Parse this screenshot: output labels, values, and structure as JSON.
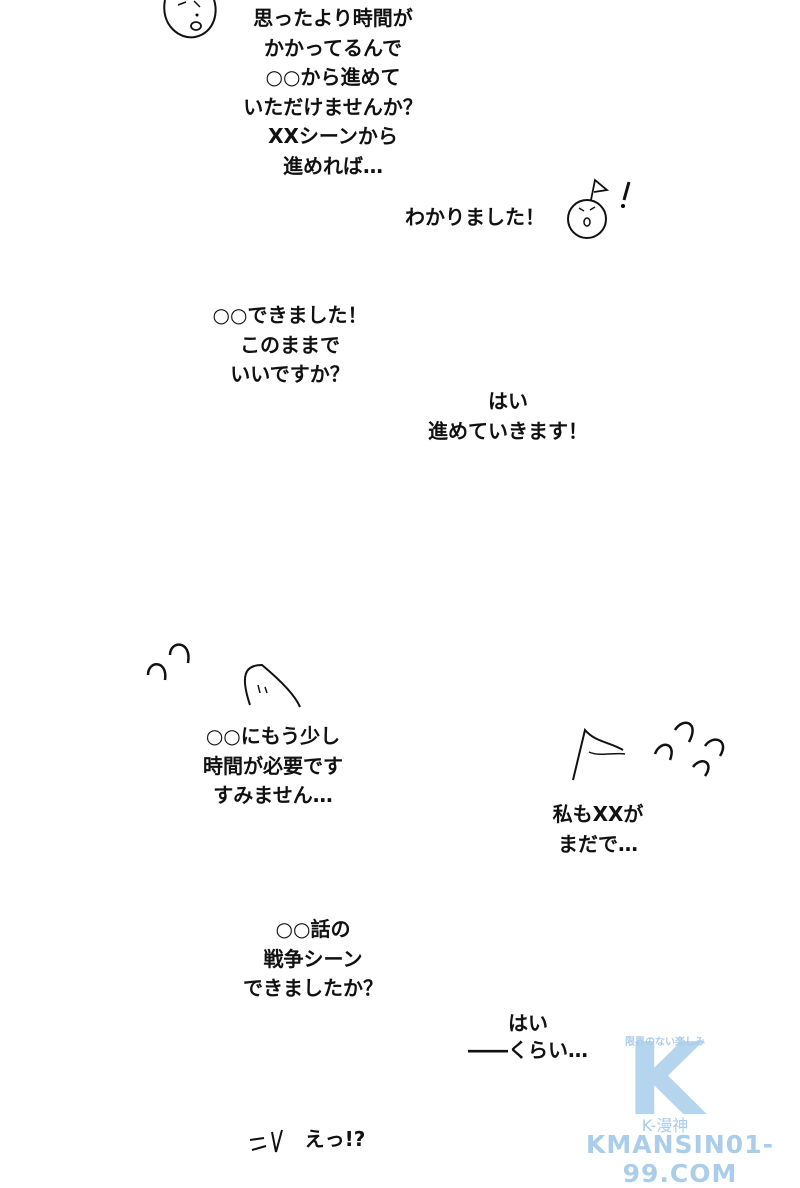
{
  "bubbles": [
    {
      "lines": [
        "思ったより時間が",
        "かかってるんで",
        "○○から進めて",
        "いただけませんか？",
        "XXシーンから",
        "進めれば…"
      ]
    },
    {
      "lines": [
        "わかりました！"
      ]
    },
    {
      "lines": [
        "○○できました！",
        "このままで",
        "いいですか？"
      ]
    },
    {
      "lines": [
        "はい",
        "進めていきます！"
      ]
    },
    {
      "lines": [
        "○○にもう少し",
        "時間が必要です",
        "すみません…"
      ]
    },
    {
      "lines": [
        "私もXXが",
        "まだで…"
      ]
    },
    {
      "lines": [
        "○○話の",
        "戦争シーン",
        "できましたか？"
      ]
    },
    {
      "lines": [
        "はい",
        "――くらい…"
      ]
    },
    {
      "lines": [
        "えっ!?"
      ]
    }
  ],
  "watermark": {
    "tagline": "限界のない楽しみ",
    "logo_letter": "K",
    "brand": "K-漫神",
    "site": "KMANSIN01-99.COM",
    "color": "#a9cdea"
  }
}
